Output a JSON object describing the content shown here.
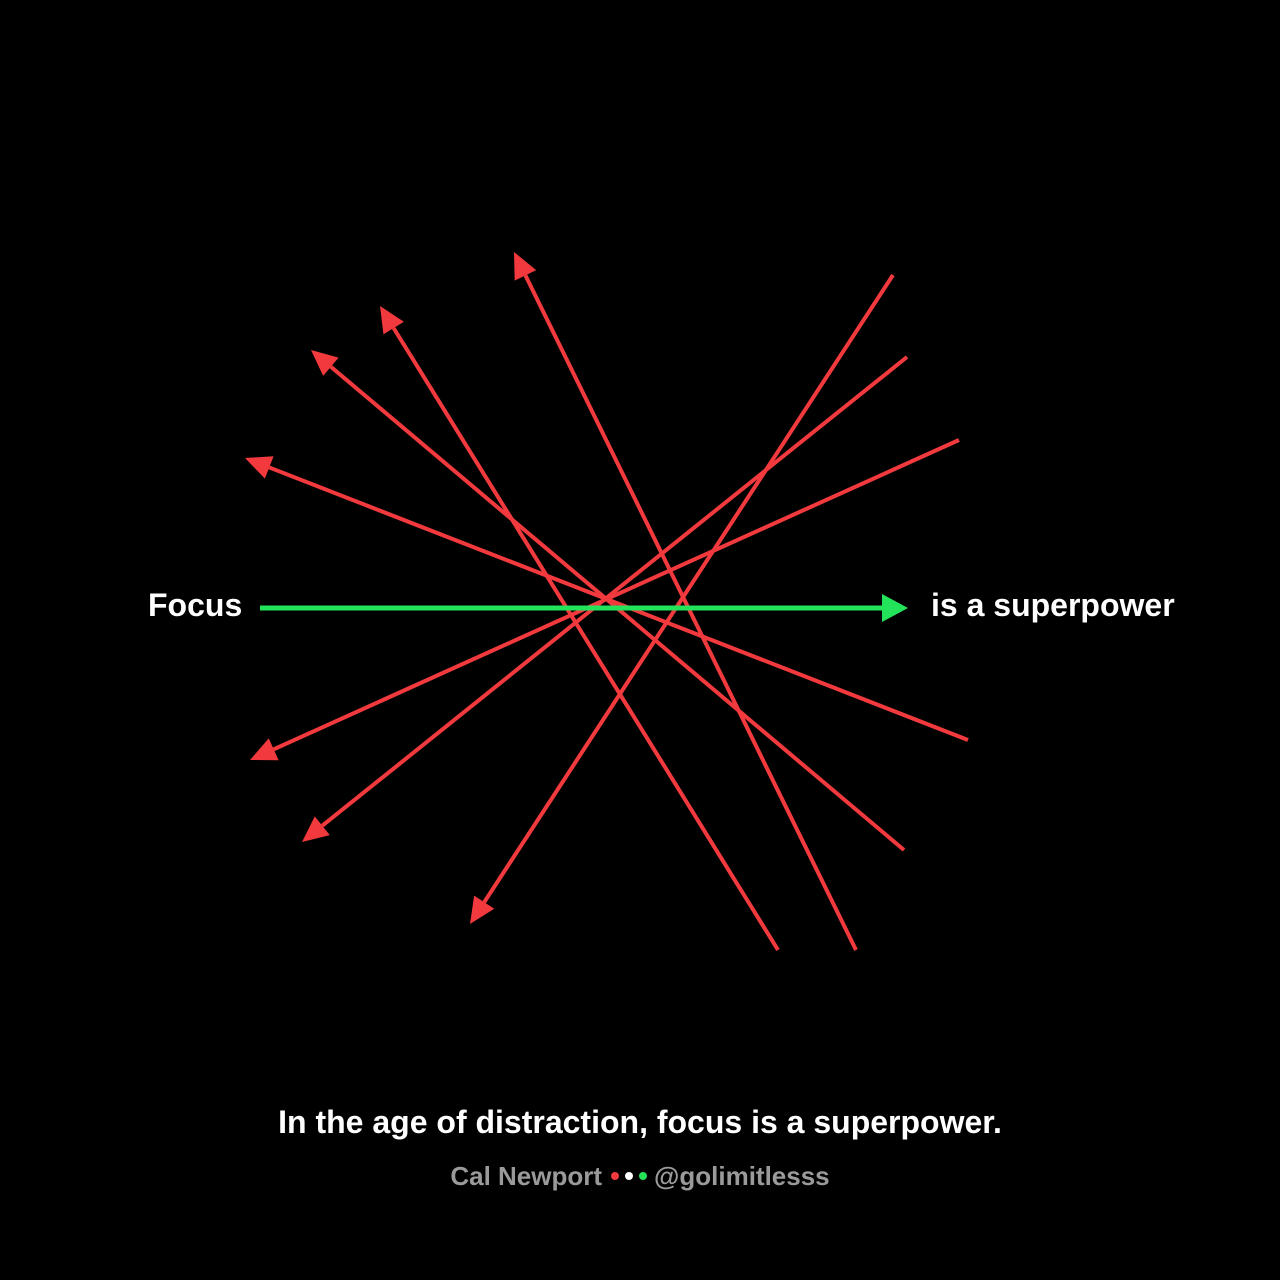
{
  "diagram": {
    "left_label": "Focus",
    "right_label": "is a superpower",
    "focus_color": "#22e35a",
    "distraction_color": "#f23a3e",
    "background_color": "#000000"
  },
  "footer": {
    "quote": "In the age of distraction, focus is a superpower.",
    "author": "Cal Newport",
    "handle": "@golimitlesss",
    "dot_colors": [
      "#f23a3e",
      "#ffffff",
      "#22e35a"
    ]
  }
}
